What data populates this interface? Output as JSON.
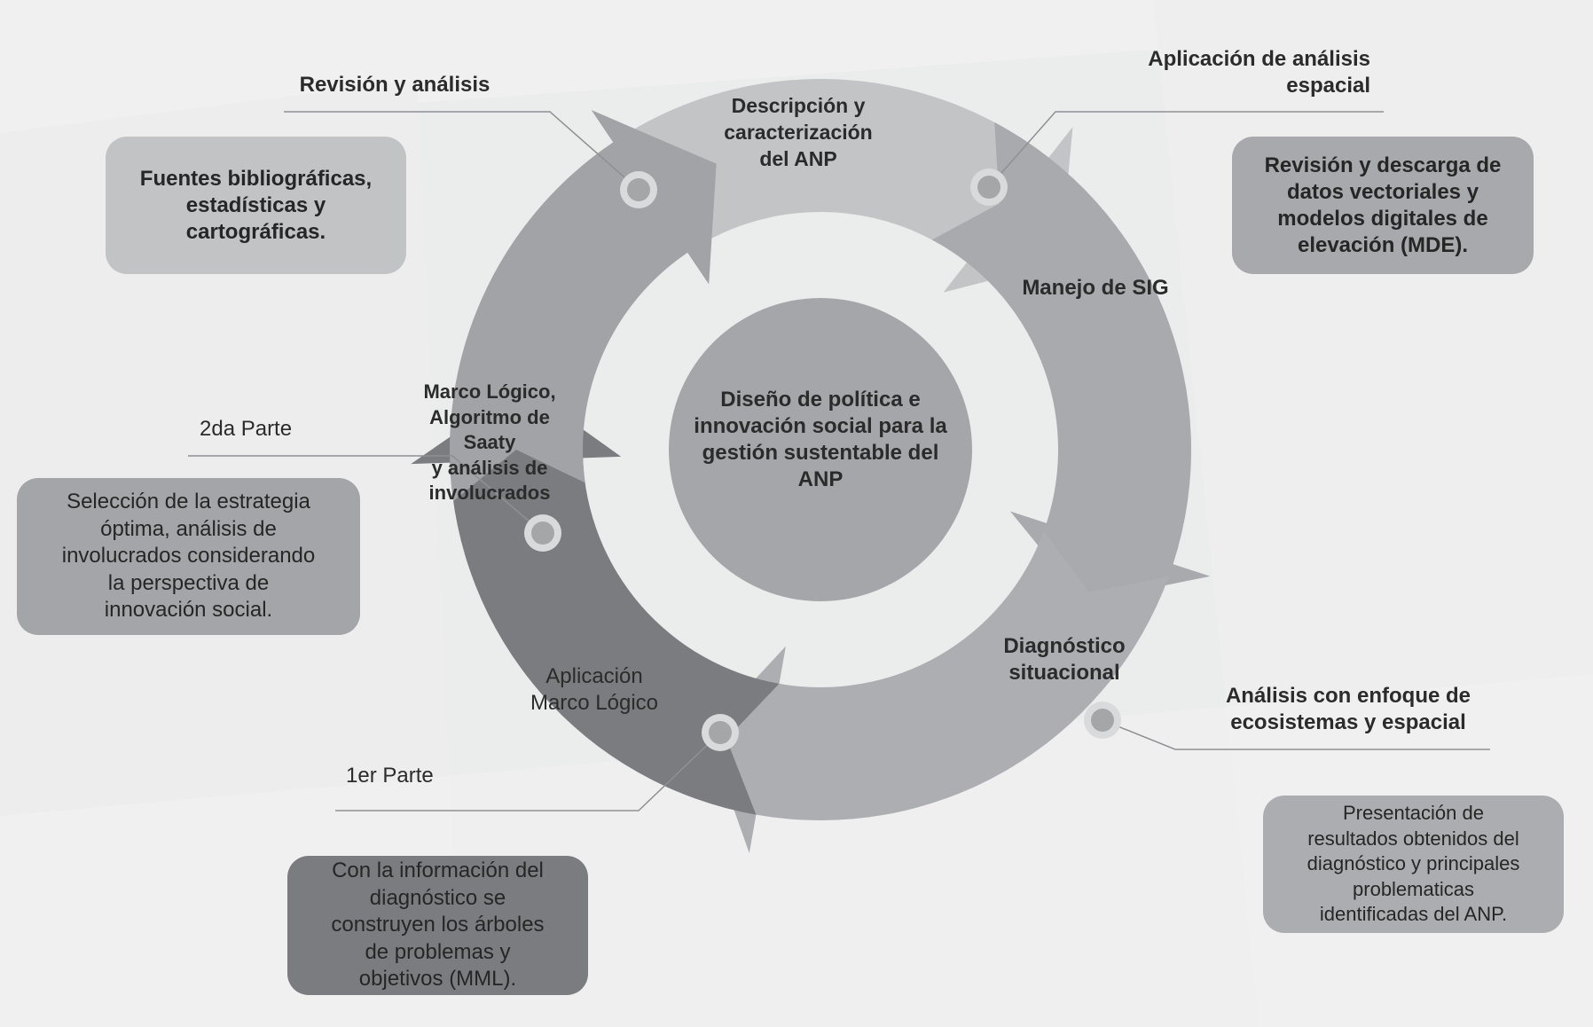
{
  "center": {
    "text": "Diseño de política e\ninnovación social para la\ngestión sustentable del\nANP"
  },
  "arrows": [
    {
      "id": "descripcion",
      "label": "Descripción y\ncaracterización\ndel ANP",
      "color": "#c3c4c6"
    },
    {
      "id": "sig",
      "label": "Manejo de SIG",
      "color": "#a9aaad"
    },
    {
      "id": "diagnostico",
      "label": "Diagnóstico\nsituacional",
      "color": "#adaeb1"
    },
    {
      "id": "aplicacion-mml",
      "label": "Aplicación\nMarco Lógico",
      "color": "#7b7c7f"
    },
    {
      "id": "marco-saaty",
      "label": "Marco Lógico,\nAlgoritmo de\nSaaty\ny análisis de\ninvolucrados",
      "color": "#a2a3a6"
    }
  ],
  "callouts": [
    {
      "id": "revision",
      "heading": "Revisión y análisis",
      "box": "Fuentes bibliográficas,\nestadísticas y\ncartográficas.",
      "box_color": "#c2c3c5"
    },
    {
      "id": "espacial",
      "heading": "Aplicación de análisis\nespacial",
      "box": "Revisión y descarga de\ndatos vectoriales y\nmodelos digitales de\nelevación (MDE).",
      "box_color": "#a8a9ac"
    },
    {
      "id": "ecosistemas",
      "heading": "Análisis con enfoque de\necosistemas y espacial",
      "box": "Presentación de\nresultados obtenidos del\ndiagnóstico  y principales\nproblematicas\nidentificadas del ANP.",
      "box_color": "#acadb0"
    },
    {
      "id": "primera",
      "heading": "1er Parte",
      "box": "Con la información del\ndiagnóstico se\nconstruyen los árboles\nde problemas y\nobjetivos (MML).",
      "box_color": "#7b7c7f"
    },
    {
      "id": "segunda",
      "heading": "2da Parte",
      "box": "Selección de la estrategia\nóptima, análisis de\ninvolucrados considerando\nla perspectiva de\ninnovación social.",
      "box_color": "#a4a5a8"
    }
  ],
  "colors": {
    "background": "#ebecec",
    "center_circle": "#a5a6a9",
    "connector": "#8f9093"
  }
}
